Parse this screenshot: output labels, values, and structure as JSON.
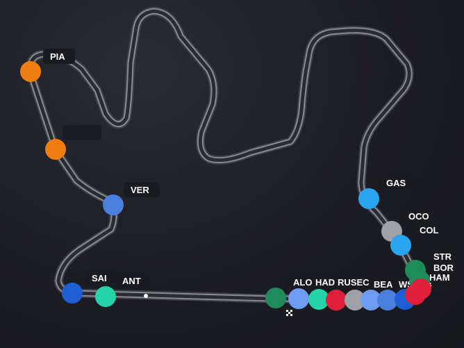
{
  "map": {
    "colors": {
      "background": "#1c1d23",
      "track": "#8a8b93",
      "track_edge": "#3d3e46"
    },
    "drivers": [
      {
        "code": "PIA",
        "color": "#f07d12"
      },
      {
        "code": "",
        "color": "#f07d12"
      },
      {
        "code": "VER",
        "color": "#4a7fe0"
      },
      {
        "code": "SAI",
        "color": "#1f5fd6"
      },
      {
        "code": "ANT",
        "color": "#24d3a8"
      },
      {
        "code": "ALO",
        "color": "#1f8a5a"
      },
      {
        "code": "HAD",
        "color": "#6e9cf0"
      },
      {
        "code": "RUS",
        "color": "#24d3a8"
      },
      {
        "code": "LEC",
        "color": "#e0203a"
      },
      {
        "code": "OCO",
        "color": "#a0a0a8"
      },
      {
        "code": "BEA",
        "color": "#6e9cf0"
      },
      {
        "code": "ALB",
        "color": "#4a7fe0"
      },
      {
        "code": "LAW",
        "color": "#1f5fd6"
      },
      {
        "code": "HUL",
        "color": "#e0203a"
      },
      {
        "code": "GAS",
        "color": "#2aa6f0"
      },
      {
        "code": "OCO",
        "color": "#a0a0a8"
      },
      {
        "code": "COL",
        "color": "#2aa6f0"
      },
      {
        "code": "STR",
        "color": "#1f8a5a"
      },
      {
        "code": "BOR",
        "color": "#1f8a5a"
      },
      {
        "code": "HAM",
        "color": "#e0203a"
      }
    ],
    "labels": [
      {
        "text": "PIA"
      },
      {
        "text": ""
      },
      {
        "text": "VER"
      },
      {
        "text": "SAI"
      },
      {
        "text": "ANT"
      },
      {
        "text": "ALO"
      },
      {
        "text": "HAD"
      },
      {
        "text": "RUSEC"
      },
      {
        "text": "BEA"
      },
      {
        "text": "WSULB"
      },
      {
        "text": "GAS"
      },
      {
        "text": "OCO"
      },
      {
        "text": "COL"
      },
      {
        "text": "STR"
      },
      {
        "text": "BOR"
      },
      {
        "text": "HAM"
      }
    ]
  }
}
